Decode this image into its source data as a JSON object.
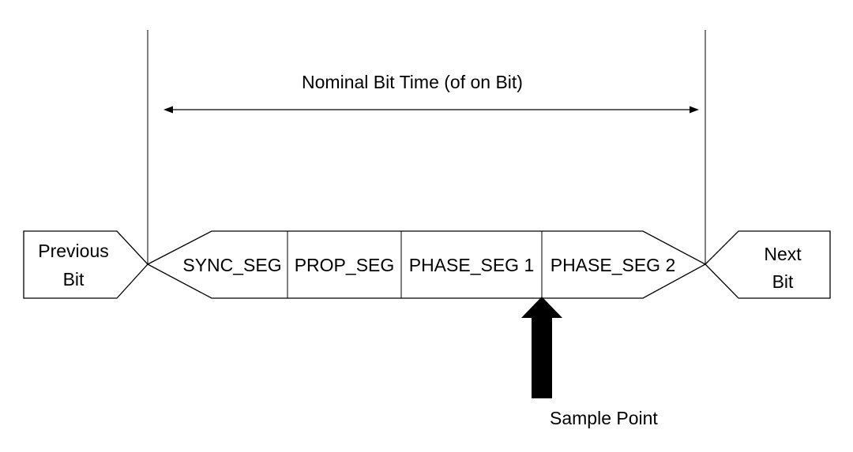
{
  "diagram": {
    "title": "Nominal Bit Time (of on Bit)",
    "previous_bit": {
      "line1": "Previous",
      "line2": "Bit"
    },
    "next_bit": {
      "line1": "Next",
      "line2": "Bit"
    },
    "segments": [
      "SYNC_SEG",
      "PROP_SEG",
      "PHASE_SEG 1",
      "PHASE_SEG 2"
    ],
    "sample_point_label": "Sample Point"
  },
  "colors": {
    "stroke": "#000000",
    "text": "#000000",
    "background": "#ffffff"
  }
}
